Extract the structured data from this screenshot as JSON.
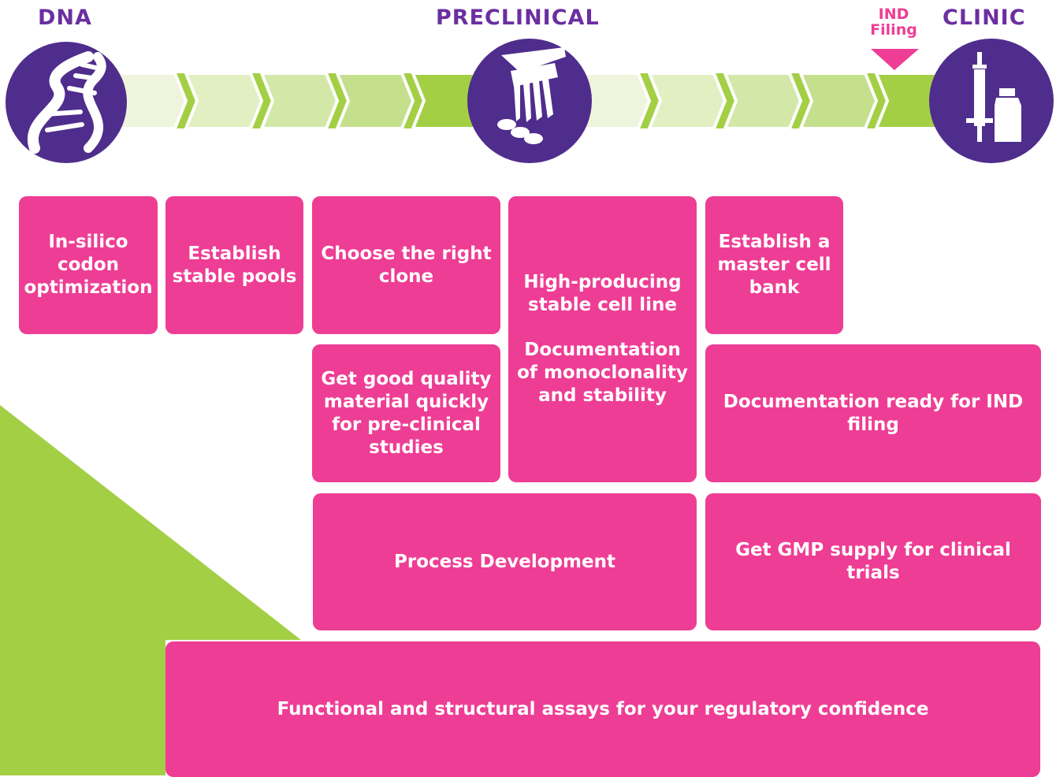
{
  "colors": {
    "box": "#ee3d94",
    "stage_title": "#6b2fa0",
    "ind_text": "#ee3d94",
    "circle": "#4f2d8c",
    "band_dark": "#a3cf45",
    "band_light": "#eef5dc",
    "corner_green": "#a3cf45"
  },
  "stages": {
    "dna": "DNA",
    "preclinical": "PRECLINICAL",
    "clinic": "CLINIC"
  },
  "stage_icons": [
    "dna-helix-icon",
    "pipette-dispensing-icon",
    "syringe-and-vial-icon"
  ],
  "ind_marker": {
    "line1": "IND",
    "line2": "Filing"
  },
  "boxes": {
    "codon": "In-silico codon optimization",
    "pools": "Establish stable pools",
    "clone": "Choose the right clone",
    "high_producing": "High-producing stable cell line",
    "documentation_mono": "Documentation of monoclonality and stability",
    "master_bank": "Establish a master cell bank",
    "quality": "Get good quality material quickly for pre-clinical studies",
    "ind_docs": "Documentation ready for IND filing",
    "process_dev": "Process Development",
    "gmp": "Get GMP supply for clinical trials",
    "assays": "Functional and structural assays for your regulatory confidence"
  }
}
